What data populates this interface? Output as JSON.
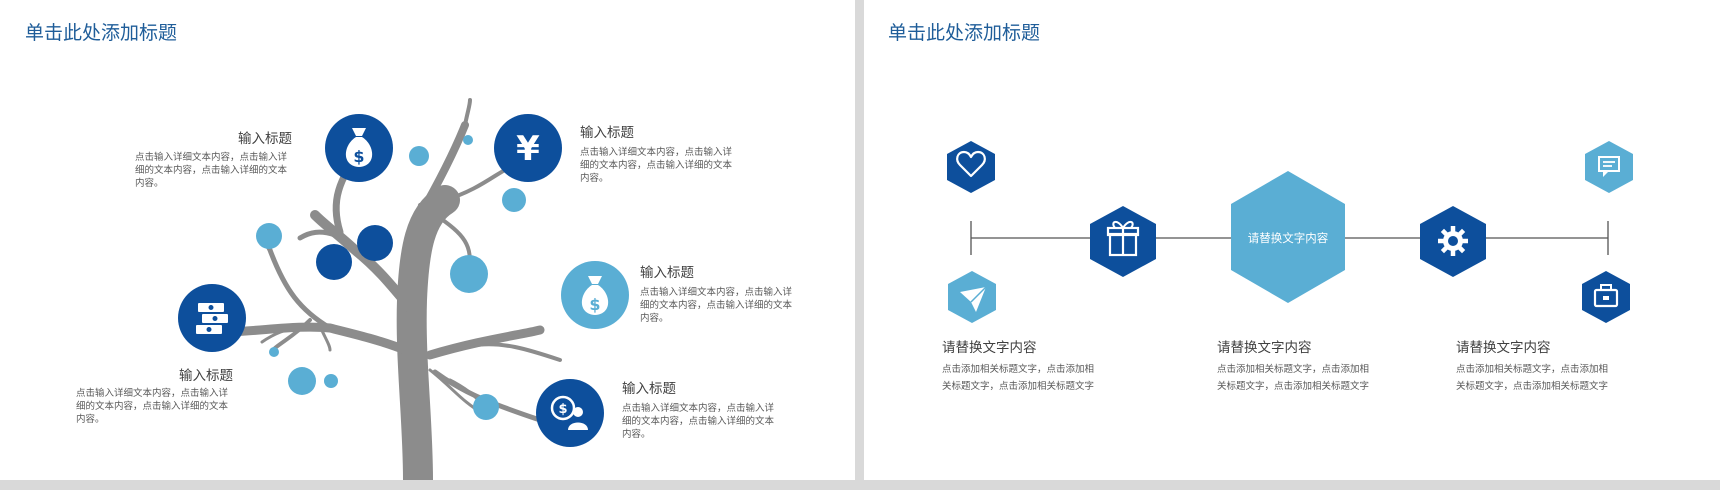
{
  "left": {
    "title": "单击此处添加标题",
    "blocks": [
      {
        "heading": "输入标题",
        "body": "点击输入详细文本内容，点击输入详细的文本内容，点击输入详细的文本内容。"
      },
      {
        "heading": "输入标题",
        "body": "点击输入详细文本内容，点击输入详细的文本内容，点击输入详细的文本内容。"
      },
      {
        "heading": "输入标题",
        "body": "点击输入详细文本内容，点击输入详细的文本内容，点击输入详细的文本内容。"
      },
      {
        "heading": "输入标题",
        "body": "点击输入详细文本内容，点击输入详细的文本内容，点击输入详细的文本内容。"
      },
      {
        "heading": "输入标题",
        "body": "点击输入详细文本内容，点击输入详细的文本内容，点击输入详细的文本内容。"
      }
    ],
    "yen_symbol": "¥",
    "colors": {
      "dark": "#0d4f9c",
      "light": "#5aaed4",
      "trunk": "#8c8c8c"
    }
  },
  "right": {
    "title": "单击此处添加标题",
    "center_label": "请替换文字内容",
    "items": [
      {
        "heading": "请替换文字内容",
        "body": "点击添加相关标题文字，点击添加相关标题文字，点击添加相关标题文字"
      },
      {
        "heading": "请替换文字内容",
        "body": "点击添加相关标题文字，点击添加相关标题文字，点击添加相关标题文字"
      },
      {
        "heading": "请替换文字内容",
        "body": "点击添加相关标题文字，点击添加相关标题文字，点击添加相关标题文字"
      }
    ]
  }
}
